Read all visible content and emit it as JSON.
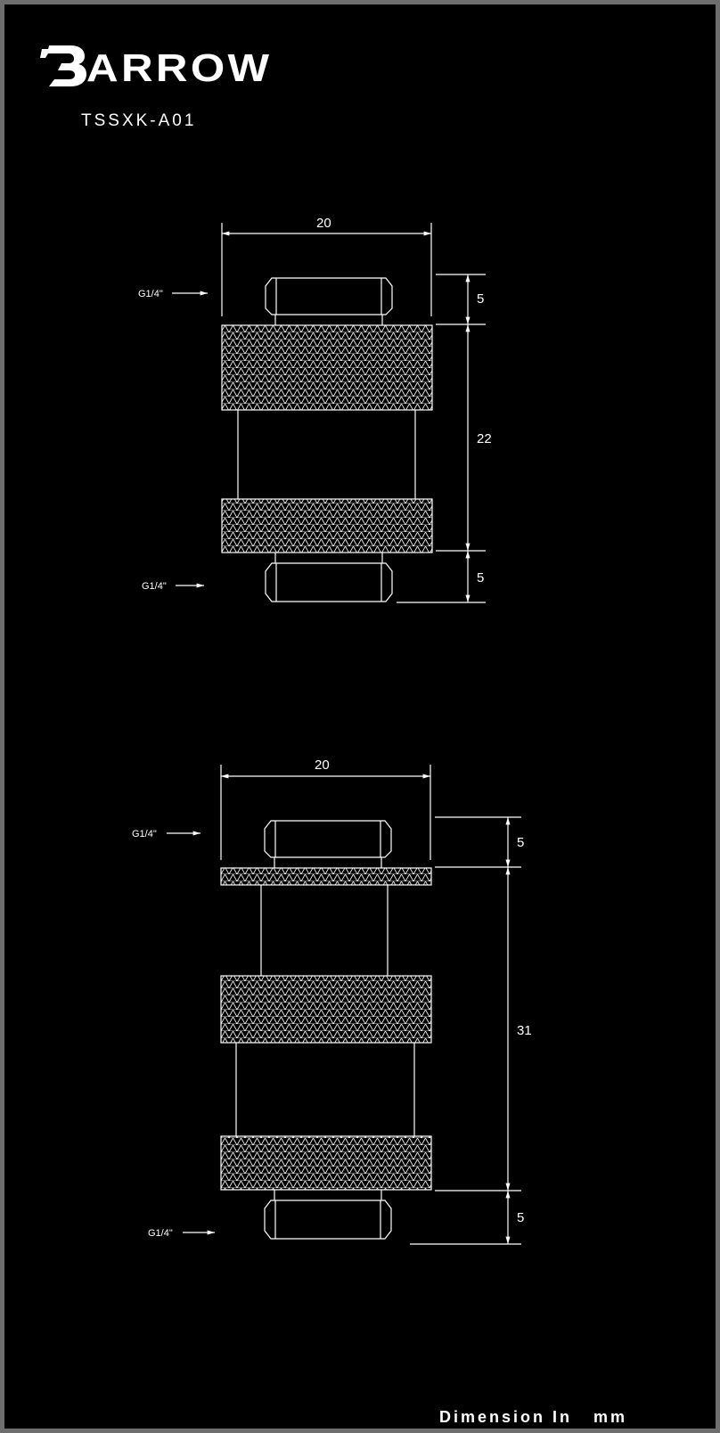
{
  "brand": {
    "name": "ARROW",
    "logo_icon": "barrow-b-logo-icon"
  },
  "model": "TSSXK-A01",
  "footer": "Dimension In   mm",
  "colors": {
    "background": "#000000",
    "line": "#ffffff",
    "frame": "#6e6e6e"
  },
  "drawing_a": {
    "width_label": "20",
    "top_height_label": "5",
    "body_height_label": "22",
    "bottom_height_label": "5",
    "top_port_label": "G1/4\"",
    "bottom_port_label": "G1/4\""
  },
  "drawing_b": {
    "width_label": "20",
    "top_height_label": "5",
    "body_height_label": "31",
    "bottom_height_label": "5",
    "top_port_label": "G1/4\"",
    "bottom_port_label": "G1/4\""
  }
}
